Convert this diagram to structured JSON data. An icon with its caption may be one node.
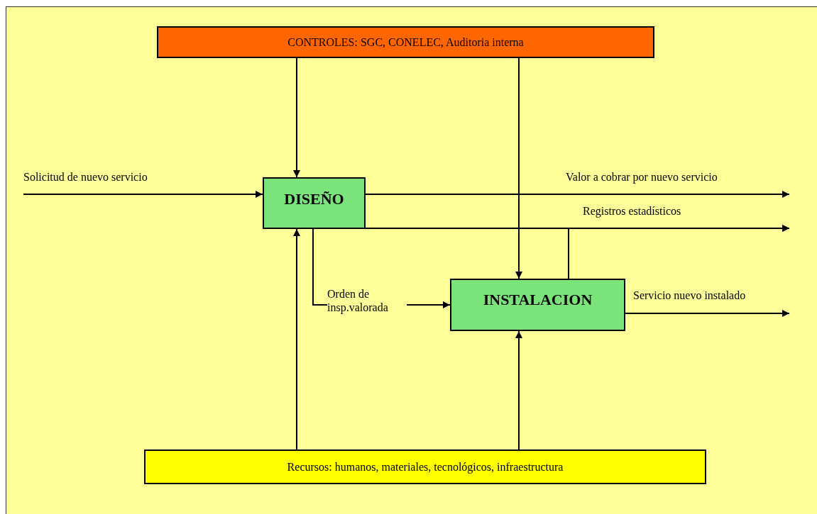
{
  "diagram": {
    "nodes": [
      {
        "text": [
          "CONTROLES: SGC, CONELEC, Auditoria interna"
        ]
      },
      {
        "text": [
          "DISEÑO"
        ]
      },
      {
        "text": [
          "INSTALACION"
        ]
      },
      {
        "text": [
          "Recursos: humanos, materiales, tecnológicos, infraestructura"
        ]
      }
    ],
    "edges": [
      {
        "from": 0,
        "to": 1,
        "arrow": "to"
      },
      {
        "from": 0,
        "to": 2,
        "arrow": "to"
      },
      {
        "from": null,
        "to": 1,
        "arrow": "to",
        "label": "Solicitud de nuevo servicio"
      },
      {
        "from": 1,
        "to": null,
        "arrow": "to",
        "label": "Valor a cobrar por nuevo servicio"
      },
      {
        "from": 1,
        "to": null,
        "arrow": "to",
        "label": "Registros estadísticos"
      },
      {
        "from": 2,
        "to": null,
        "arrow": "to"
      },
      {
        "from": 1,
        "to": 2,
        "arrow": "to",
        "label": "Orden de insp.valorada"
      },
      {
        "from": 2,
        "to": null,
        "arrow": "to",
        "label": "Servicio nuevo instalado"
      },
      {
        "from": 3,
        "to": 1,
        "arrow": "to"
      },
      {
        "from": 3,
        "to": 2,
        "arrow": "to"
      }
    ]
  }
}
